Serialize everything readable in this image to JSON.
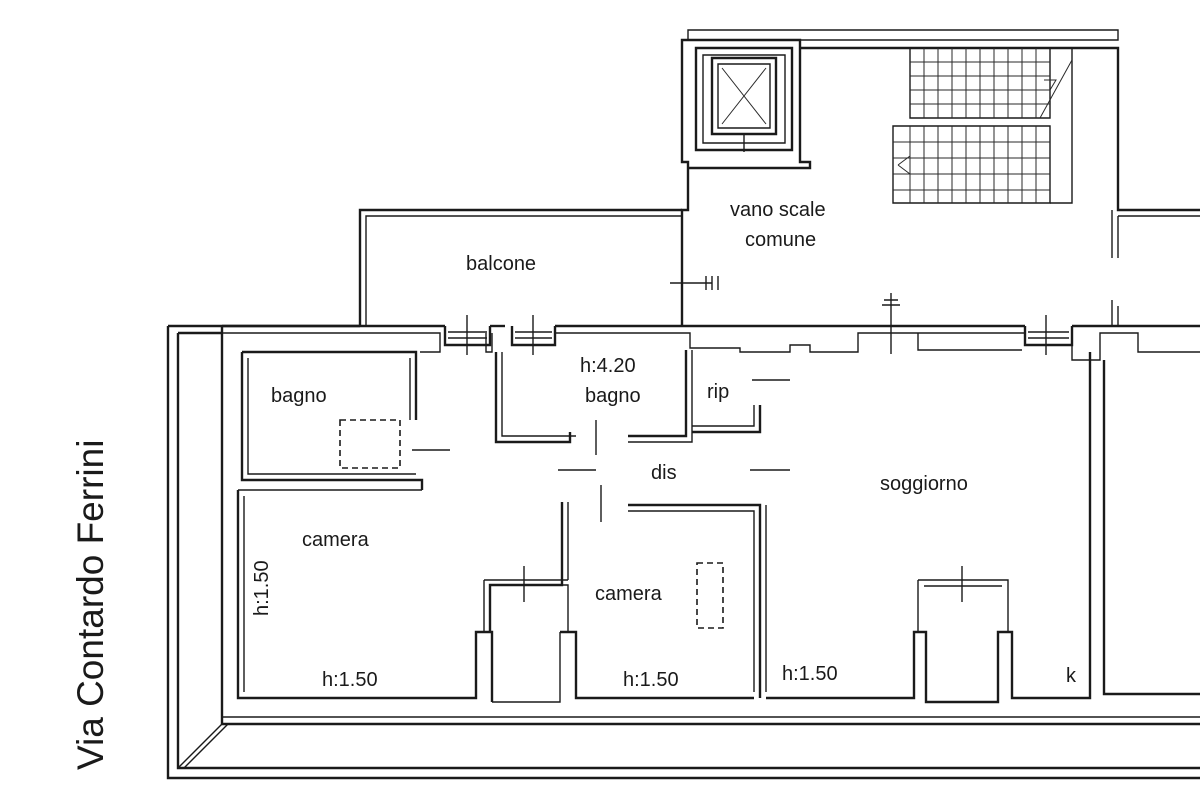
{
  "street": "Via Contardo Ferrini",
  "rooms": {
    "vano_scale_line1": "vano scale",
    "vano_scale_line2": "comune",
    "balcone": "balcone",
    "bagno_left": "bagno",
    "bagno_center": "bagno",
    "height_bagno_center": "h:4.20",
    "rip": "rip",
    "dis": "dis",
    "soggiorno": "soggiorno",
    "camera_left": "camera",
    "camera_center": "camera",
    "k": "k"
  },
  "heights": {
    "camera_left_vertical": "h:1.50",
    "camera_left_bottom": "h:1.50",
    "camera_center_bottom": "h:1.50",
    "soggiorno_bottom": "h:1.50"
  }
}
